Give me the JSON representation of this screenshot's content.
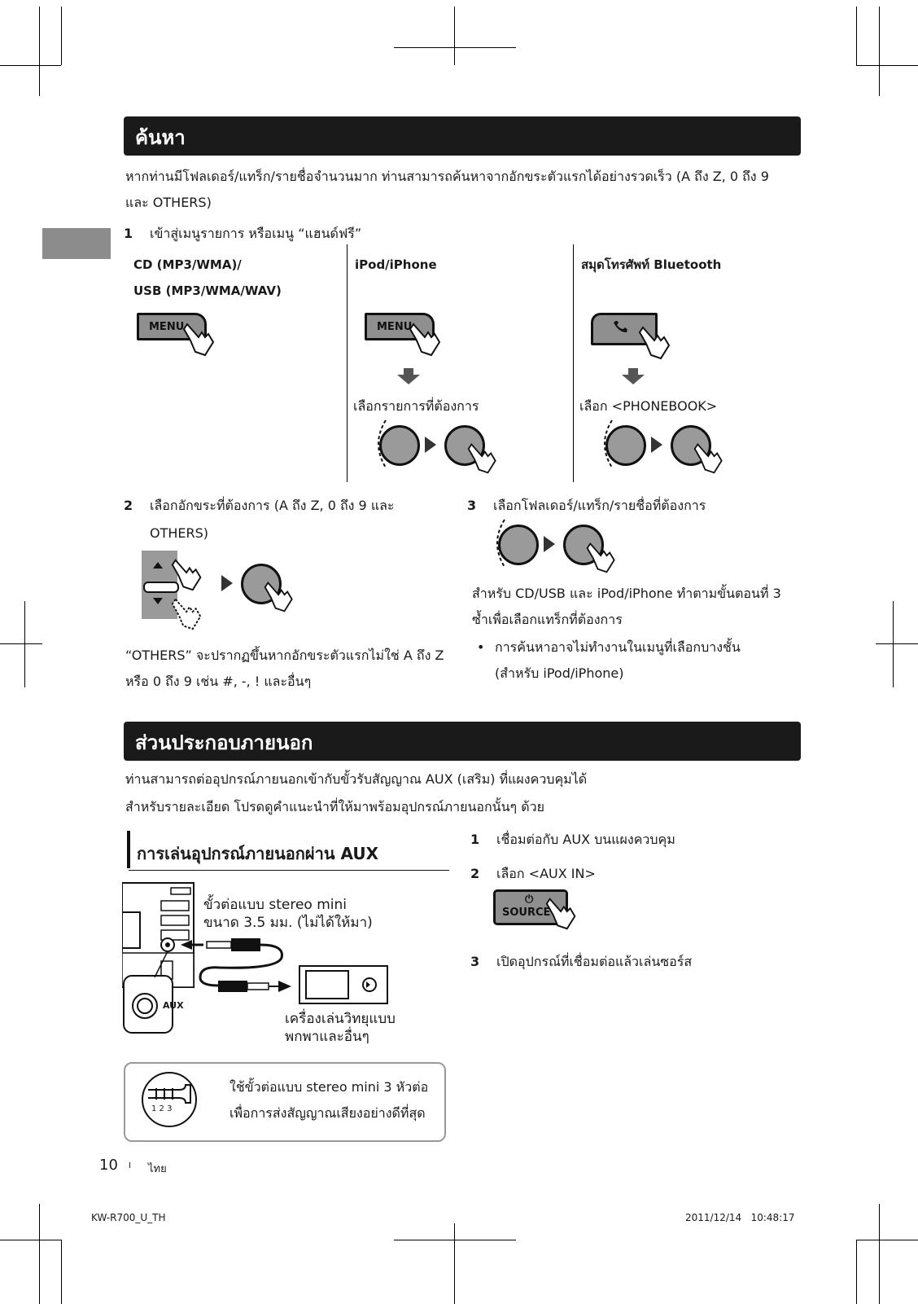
{
  "search": {
    "title": "ค้นหา",
    "intro_line1": "หากท่านมีโฟลเดอร์/แทร็ก/รายชื่อจำนวนมาก ท่านสามารถค้นหาจากอักขระตัวแรกได้อย่างรวดเร็ว (A ถึง Z, 0 ถึง 9",
    "intro_line2": "และ OTHERS)",
    "step1": {
      "number": "1",
      "text": "เข้าสู่เมนูรายการ หรือเมนู “แฮนด์ฟรี”"
    },
    "columns": [
      {
        "label_line1": "CD (MP3/WMA)/",
        "label_line2": "USB (MP3/WMA/WAV)",
        "button": "MENU"
      },
      {
        "label_line1": "iPod/iPhone",
        "button": "MENU",
        "select_text": "เลือกรายการที่ต้องการ"
      },
      {
        "label_line1": "สมุดโทรศัพท์ Bluetooth",
        "select_text": "เลือก <PHONEBOOK>"
      }
    ],
    "step2": {
      "number": "2",
      "text_line1": "เลือกอักขระที่ต้องการ (A ถึง Z, 0 ถึง 9 และ",
      "text_line2": "OTHERS)"
    },
    "step2_note_line1": "“OTHERS” จะปรากฏขึ้นหากอักขระตัวแรกไม่ใช่ A ถึง Z",
    "step2_note_line2": "หรือ 0 ถึง 9 เช่น #, -, ! และอื่นๆ",
    "step3": {
      "number": "3",
      "text": "เลือกโฟลเดอร์/แทร็ก/รายชื่อที่ต้องการ"
    },
    "step3_note_line1": "สำหรับ CD/USB และ iPod/iPhone ทำตามขั้นตอนที่ 3",
    "step3_note_line2": "ซ้ำเพื่อเลือกแทร็กที่ต้องการ",
    "bullet_line1": "การค้นหาอาจไม่ทำงานในเมนูที่เลือกบางชั้น",
    "bullet_line2": "(สำหรับ iPod/iPhone)"
  },
  "external": {
    "title": "ส่วนประกอบภายนอก",
    "intro_line1": "ท่านสามารถต่ออุปกรณ์ภายนอกเข้ากับขั้วรับสัญญาณ AUX (เสริม) ที่แผงควบคุมได้",
    "intro_line2": "สำหรับรายละเอียด โปรดดูคำแนะนำที่ให้มาพร้อมอุปกรณ์ภายนอกนั้นๆ ด้วย",
    "subsection_title": "การเล่นอุปกรณ์ภายนอกผ่าน AUX",
    "jack_label_line1": "ขั้วต่อแบบ stereo mini",
    "jack_label_line2": "ขนาด 3.5 มม. (ไม่ได้ให้มา)",
    "aux_label": "AUX",
    "player_label_line1": "เครื่องเล่นวิทยุแบบ",
    "player_label_line2": "พกพาและอื่นๆ",
    "tip_line1": "ใช้ขั้วต่อแบบ stereo mini 3 หัวต่อ",
    "tip_line2": "เพื่อการส่งสัญญาณเสียงอย่างดีที่สุด",
    "plug_numbers": "1 2 3",
    "step1": {
      "number": "1",
      "text": "เชื่อมต่อกับ AUX บนแผงควบคุม"
    },
    "step2": {
      "number": "2",
      "text": "เลือก <AUX IN>"
    },
    "source_button": "SOURCE",
    "step3": {
      "number": "3",
      "text": "เปิดอุปกรณ์ที่เชื่อมต่อแล้วเล่นซอร์ส"
    }
  },
  "footer": {
    "page_number": "10",
    "separator": "I",
    "language": "ไทย",
    "doc_code": "KW-R700_U_TH",
    "timestamp": "2011/12/14   10:48:17"
  },
  "colors": {
    "header_bg": "#1a1a1a",
    "tab_gray": "#8c8c8c",
    "button_gray": "#8f8f8f"
  }
}
